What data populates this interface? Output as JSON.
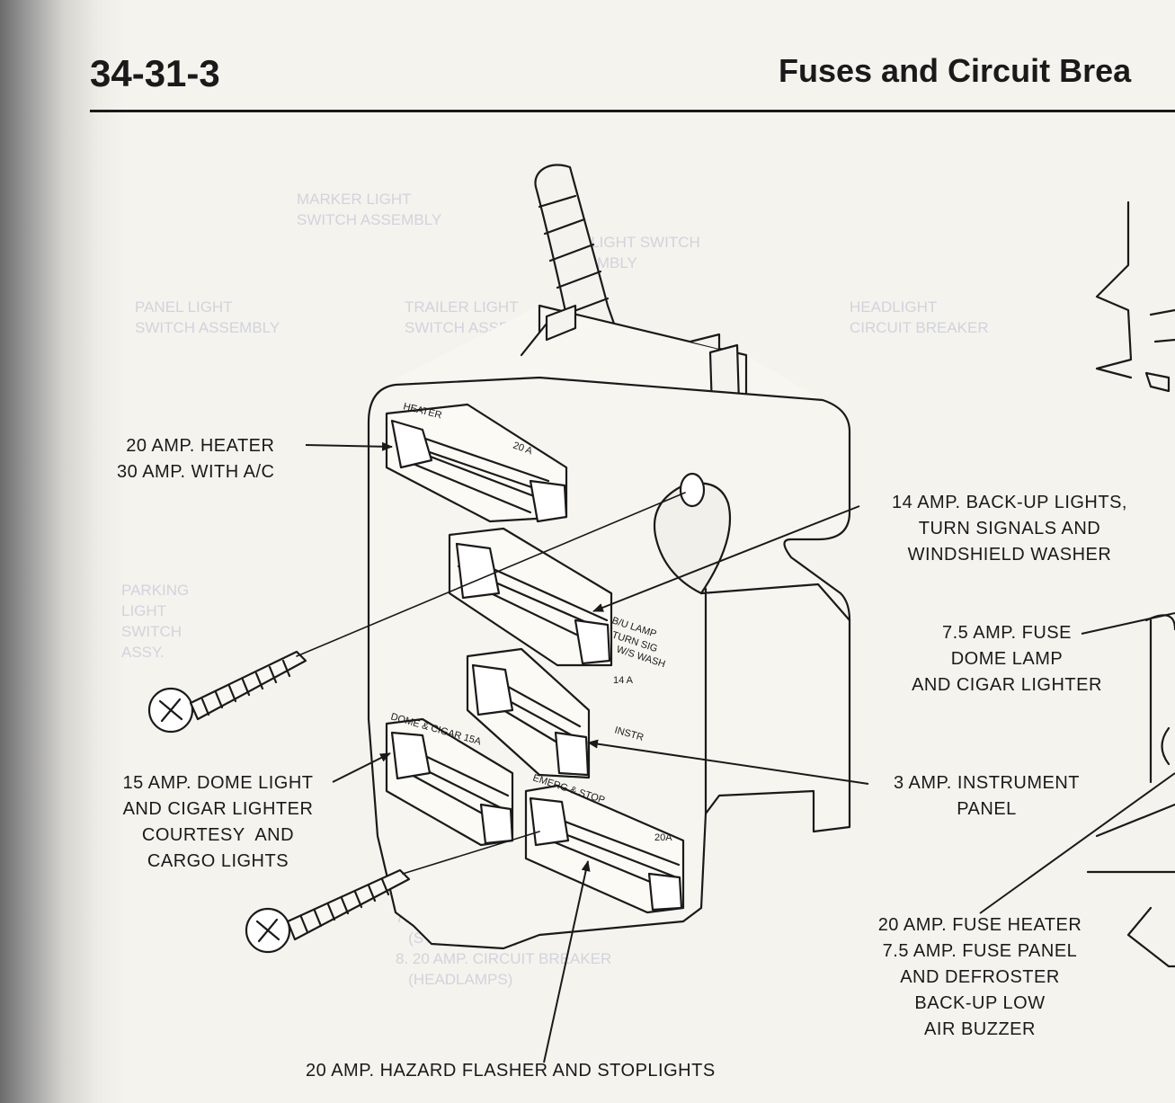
{
  "header": {
    "section_number": "34-31-3",
    "title": "Fuses and Circuit Brea"
  },
  "callouts": {
    "heater": "20 AMP. HEATER\n30 AMP. WITH A/C",
    "backup": "14 AMP. BACK-UP LIGHTS,\nTURN SIGNALS AND\nWINDSHIELD WASHER",
    "dome_lamp": "7.5 AMP. FUSE\nDOME LAMP\nAND CIGAR LIGHTER",
    "dome_light": "15 AMP. DOME LIGHT\nAND CIGAR LIGHTER\nCOURTESY  AND\nCARGO LIGHTS",
    "instrument": "3 AMP. INSTRUMENT\nPANEL",
    "fuse_heater": "20 AMP. FUSE HEATER\n7.5 AMP. FUSE PANEL\nAND DEFROSTER\nBACK-UP LOW\nAIR BUZZER",
    "hazard": "20 AMP. HAZARD FLASHER AND STOPLIGHTS"
  },
  "fuse_block_labels": {
    "heater": "HEATER",
    "heater_rating": "20 A",
    "bu_lamp": "B/U LAMP",
    "turn_sig": "TURN SIG",
    "ws_wash": "W/S WASH",
    "backup_rating": "14 A",
    "instr": "INSTR",
    "dome_cigar": "DOME & CIGAR 15A",
    "emerg_stop": "EMERG & STOP",
    "emerg_rating": "20A"
  },
  "colors": {
    "ink": "#1a1a1a",
    "paper": "#f4f3ee",
    "ghost": "#d2d3dc"
  }
}
